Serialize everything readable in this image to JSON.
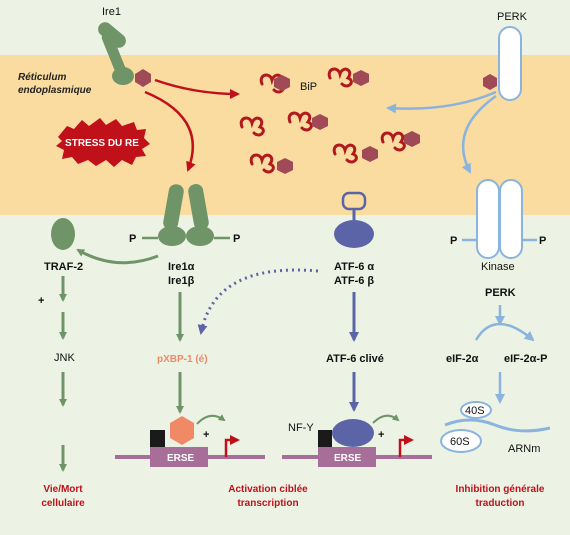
{
  "labels": {
    "ire1": "Ire1",
    "er_line1": "Réticulum",
    "er_line2": "endoplasmique",
    "bip": "BiP",
    "perk_top": "PERK",
    "stress": "STRESS DU RE",
    "p": "P",
    "traf2": "TRAF-2",
    "ire1a": "Ire1α",
    "ire1b": "Ire1β",
    "atf6a": "ATF-6 α",
    "atf6b": "ATF-6 β",
    "kinase": "Kinase",
    "plus": "+",
    "jnk": "JNK",
    "pxbp1": "pXBP-1 (é)",
    "atf6_clive": "ATF-6 clivé",
    "perk_mid": "PERK",
    "eif2a": "eIF-2α",
    "eif2ap": "eIF-2α-P",
    "ribo40s": "40S",
    "ribo60s": "60S",
    "arnm": "ARNm",
    "nfy": "NF-Y",
    "erse": "ERSE"
  },
  "outcomes": {
    "left_line1": "Vie/Mort",
    "left_line2": "cellulaire",
    "mid_line1": "Activation ciblée",
    "mid_line2": "transcription",
    "right_line1": "Inhibition générale",
    "right_line2": "traduction"
  },
  "colors": {
    "er_band": "#fbdca0",
    "cytosol": "#edf3e4",
    "ire1_green": "#6f9467",
    "perk_blue": "#8ab3dd",
    "atf6_blue": "#5c64a8",
    "bip_red": "#b01a1f",
    "bip_hex": "#a14a57",
    "erse_box": "#a66e98",
    "outcome_red": "#c0101a",
    "xbp_orange": "#f08a66"
  }
}
